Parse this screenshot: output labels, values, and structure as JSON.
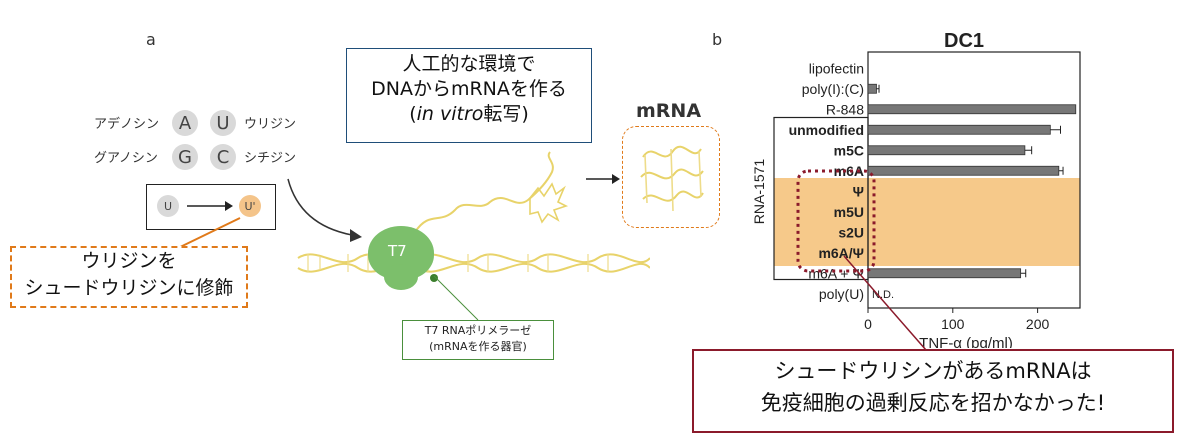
{
  "panel_a": {
    "label": "a",
    "nucleosides": [
      {
        "name": "アデノシン",
        "letter": "A"
      },
      {
        "name": "ウリジン",
        "letter": "U"
      },
      {
        "name": "グアノシン",
        "letter": "G"
      },
      {
        "name": "シチジン",
        "letter": "C"
      }
    ],
    "modification": {
      "from": "U",
      "to": "U'"
    },
    "callout_uridine": [
      "ウリジンを",
      "シュードウリジンに修飾"
    ],
    "callout_invitro": {
      "line1": "人工的な環境で",
      "line2": "DNAからmRNAを作る",
      "line3_open": "(",
      "line3_italic": "in vitro",
      "line3_rest": "転写)"
    },
    "enzyme_label": "T7",
    "enzyme_callout": [
      "T7 RNAポリメラーゼ",
      "(mRNAを作る器官)"
    ],
    "mrna_label": "mRNA"
  },
  "panel_b": {
    "label": "b",
    "conclusion": [
      "シュードウリシンがあるmRNAは",
      "免疫細胞の過剰反応を招かなかった!"
    ]
  },
  "colors": {
    "highlight": "#f6c98a",
    "bars": "#777777",
    "strand": "#e8d36a",
    "enzyme": "#7cbf6b",
    "dashed_red": "#8b1a2b",
    "orange": "#e07a1a"
  },
  "chart_data": {
    "type": "bar",
    "orientation": "horizontal",
    "title": "DC1",
    "xlabel": "TNF-α (pg/ml)",
    "group_label": "RNA-1571",
    "xlim": [
      0,
      250
    ],
    "xticks": [
      0,
      100,
      200
    ],
    "categories": [
      "lipofectin",
      "poly(I):(C)",
      "R-848",
      "unmodified",
      "m5C",
      "m6A",
      "Ψ",
      "m5U",
      "s2U",
      "m6A/Ψ",
      "m6A + Ψ",
      "poly(U)"
    ],
    "values": [
      0,
      10,
      245,
      215,
      185,
      225,
      0,
      0,
      0,
      0,
      180,
      0
    ],
    "errors": [
      0,
      3,
      0,
      12,
      8,
      5,
      0,
      0,
      0,
      0,
      6,
      0
    ],
    "annotations": [
      {
        "category": "poly(U)",
        "text": "N.D."
      }
    ],
    "highlighted": [
      "Ψ",
      "m5U",
      "s2U",
      "m6A/Ψ"
    ]
  }
}
